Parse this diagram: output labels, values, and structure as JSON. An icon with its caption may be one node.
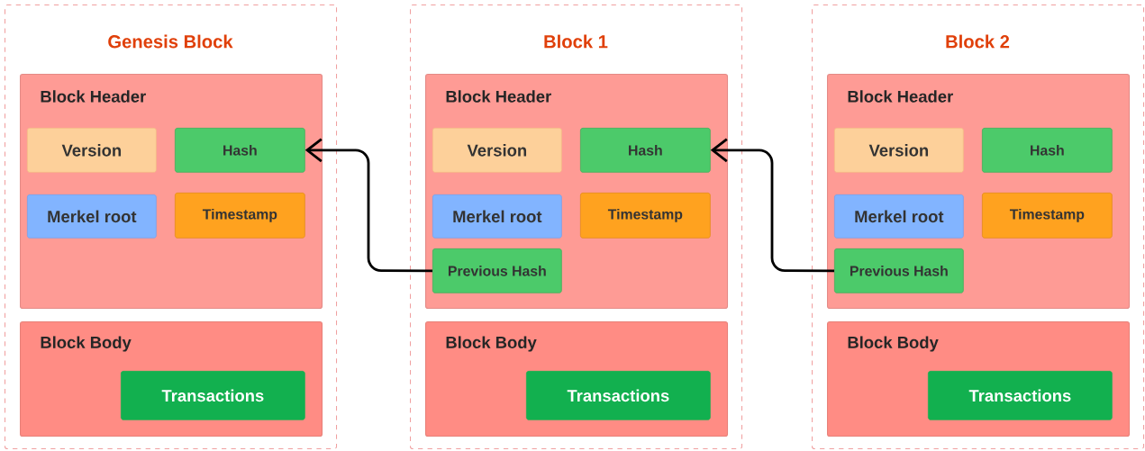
{
  "diagram": {
    "nodes": [
      {
        "text": [
          "Genesis Block"
        ]
      },
      {
        "text": [
          "Block Header"
        ],
        "in": 0
      },
      {
        "text": [
          "Version"
        ],
        "in": 1
      },
      {
        "text": [
          "Hash"
        ],
        "in": 1
      },
      {
        "text": [
          "Merkel root"
        ],
        "in": 1
      },
      {
        "text": [
          "Timestamp"
        ],
        "in": 1
      },
      {
        "text": [
          "Block Body"
        ],
        "in": 0
      },
      {
        "text": [
          "Transactions"
        ],
        "in": 6
      },
      {
        "text": [
          "Block 1"
        ]
      },
      {
        "text": [
          "Block Header"
        ],
        "in": 8
      },
      {
        "text": [
          "Version"
        ],
        "in": 9
      },
      {
        "text": [
          "Hash"
        ],
        "in": 9
      },
      {
        "text": [
          "Merkel root"
        ],
        "in": 9
      },
      {
        "text": [
          "Timestamp"
        ],
        "in": 9
      },
      {
        "text": [
          "Previous Hash"
        ],
        "in": 9
      },
      {
        "text": [
          "Block Body"
        ],
        "in": 8
      },
      {
        "text": [
          "Transactions"
        ],
        "in": 15
      },
      {
        "text": [
          "Block 2"
        ]
      },
      {
        "text": [
          "Block Header"
        ],
        "in": 17
      },
      {
        "text": [
          "Version"
        ],
        "in": 18
      },
      {
        "text": [
          "Hash"
        ],
        "in": 18
      },
      {
        "text": [
          "Merkel root"
        ],
        "in": 18
      },
      {
        "text": [
          "Timestamp"
        ],
        "in": 18
      },
      {
        "text": [
          "Previous Hash"
        ],
        "in": 18
      },
      {
        "text": [
          "Block Body"
        ],
        "in": 17
      },
      {
        "text": [
          "Transactions"
        ],
        "in": 24
      }
    ],
    "edges": [
      {
        "from": 14,
        "to": 3,
        "arrow": "to"
      },
      {
        "from": 23,
        "to": 11,
        "arrow": "to"
      }
    ]
  }
}
